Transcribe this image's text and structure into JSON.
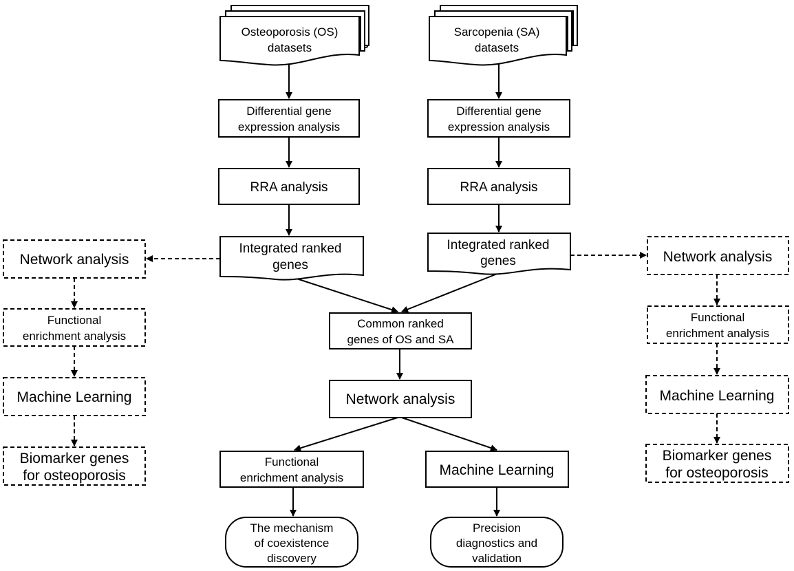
{
  "colors": {
    "stroke": "#000000",
    "fill": "#ffffff",
    "text": "#000000"
  },
  "nodes": {
    "os_datasets": [
      "Osteoporosis (OS)",
      "datasets"
    ],
    "sa_datasets": [
      "Sarcopenia (SA)",
      "datasets"
    ],
    "os_dge": [
      "Differential gene",
      "expression analysis"
    ],
    "sa_dge": [
      "Differential gene",
      "expression analysis"
    ],
    "os_rra": [
      "RRA analysis"
    ],
    "sa_rra": [
      "RRA analysis"
    ],
    "os_integrated": [
      "Integrated ranked",
      "genes"
    ],
    "sa_integrated": [
      "Integrated ranked",
      "genes"
    ],
    "common": [
      "Common ranked",
      "genes of OS and SA"
    ],
    "network_center": [
      "Network analysis"
    ],
    "func_center": [
      "Functional",
      "enrichment analysis"
    ],
    "ml_center": [
      "Machine Learning"
    ],
    "mechanism": [
      "The mechanism",
      "of coexistence",
      "discovery"
    ],
    "precision": [
      "Precision",
      "diagnostics and",
      "validation"
    ],
    "left_network": [
      "Network analysis"
    ],
    "left_func": [
      "Functional",
      "enrichment analysis"
    ],
    "left_ml": [
      "Machine Learning"
    ],
    "left_biomarker": [
      "Biomarker genes",
      "for osteoporosis"
    ],
    "right_network": [
      "Network analysis"
    ],
    "right_func": [
      "Functional",
      "enrichment analysis"
    ],
    "right_ml": [
      "Machine Learning"
    ],
    "right_biomarker": [
      "Biomarker genes",
      "for osteoporosis"
    ]
  }
}
